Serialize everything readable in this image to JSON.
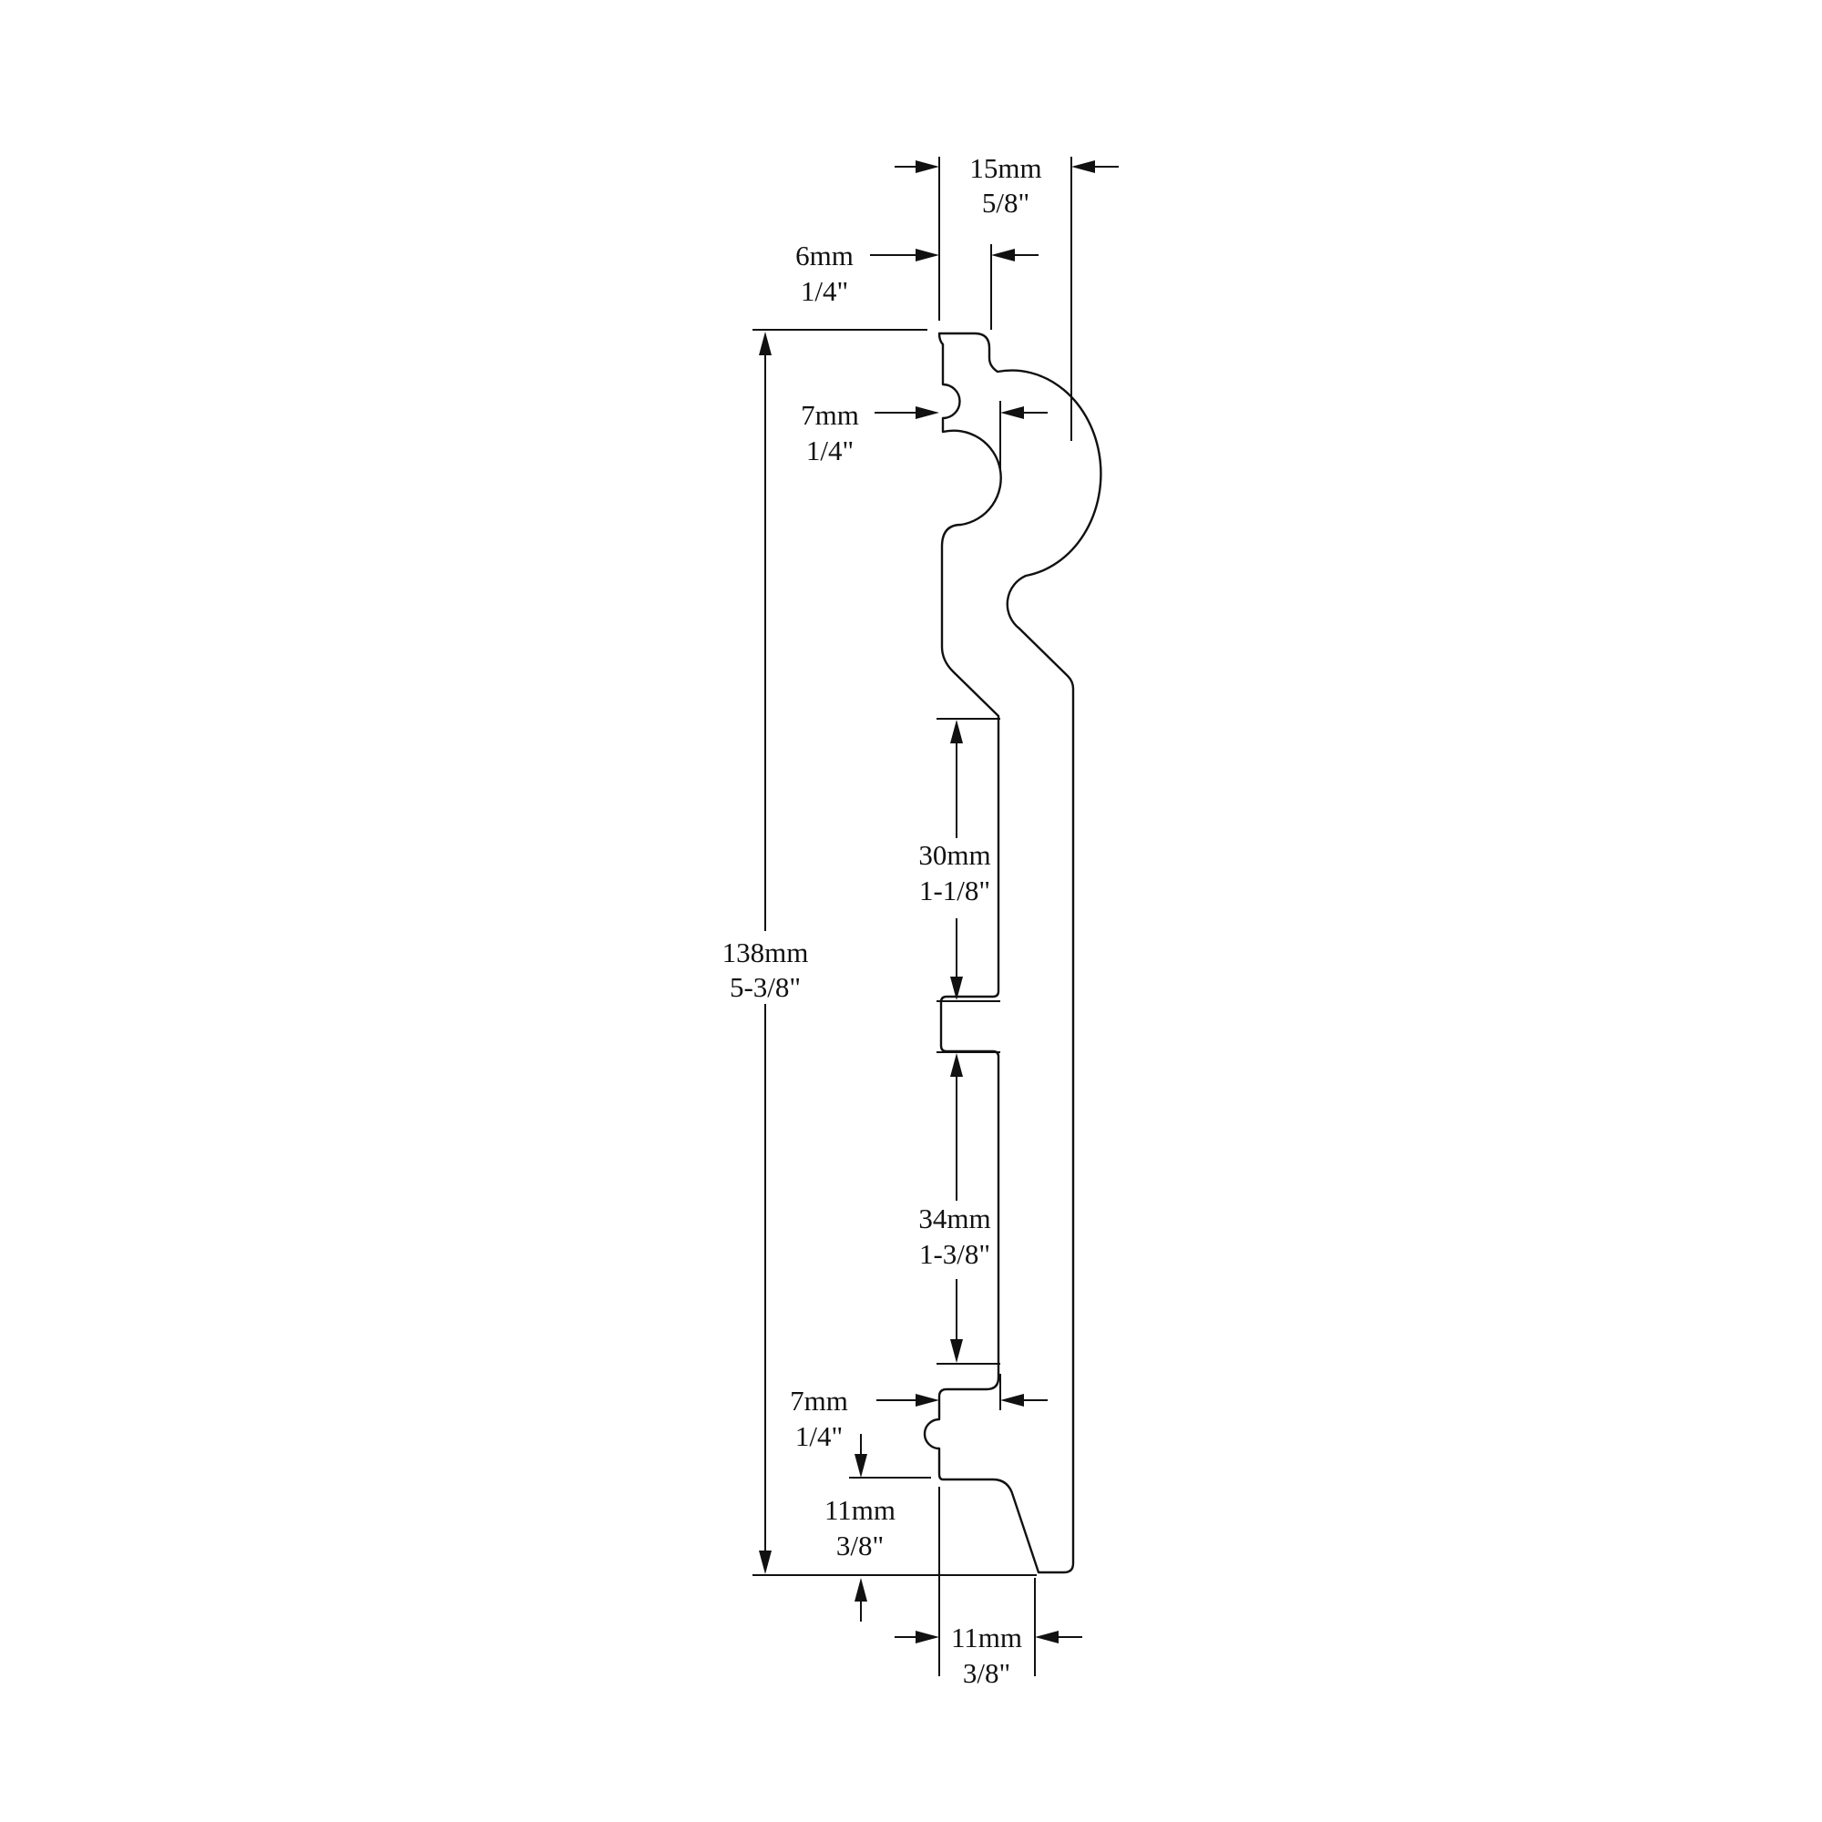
{
  "dimensions": {
    "top_width": {
      "metric": "15mm",
      "imperial": "5/8\""
    },
    "top_step": {
      "metric": "6mm",
      "imperial": "1/4\""
    },
    "upper_bead": {
      "metric": "7mm",
      "imperial": "1/4\""
    },
    "overall_height": {
      "metric": "138mm",
      "imperial": "5-3/8\""
    },
    "upper_flat": {
      "metric": "30mm",
      "imperial": "1-1/8\""
    },
    "lower_flat": {
      "metric": "34mm",
      "imperial": "1-3/8\""
    },
    "lower_bead": {
      "metric": "7mm",
      "imperial": "1/4\""
    },
    "base_height": {
      "metric": "11mm",
      "imperial": "3/8\""
    },
    "base_width": {
      "metric": "11mm",
      "imperial": "3/8\""
    }
  }
}
